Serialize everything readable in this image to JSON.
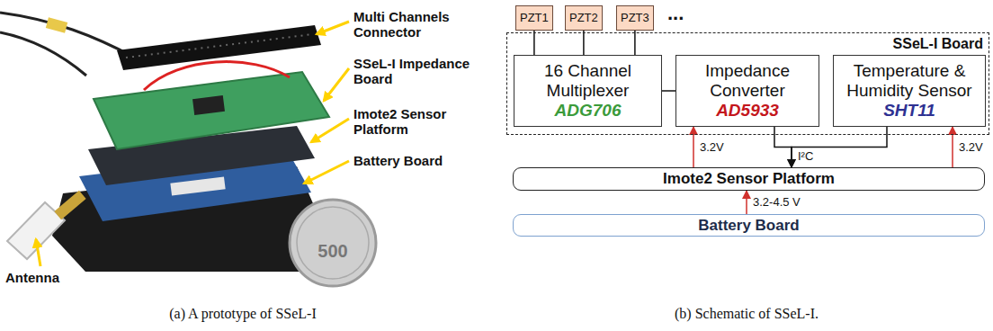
{
  "diagram": {
    "nodes": [
      {
        "text": [
          "PZT1"
        ]
      },
      {
        "text": [
          "PZT2"
        ]
      },
      {
        "text": [
          "PZT3"
        ]
      },
      {
        "text": [
          "SSeL-I Board"
        ]
      },
      {
        "text": [
          "16 Channel Multiplexer",
          "ADG706"
        ],
        "in": 3
      },
      {
        "text": [
          "Impedance Converter",
          "AD5933"
        ],
        "in": 3
      },
      {
        "text": [
          "Temperature & Humidity Sensor",
          "SHT11"
        ],
        "in": 3
      },
      {
        "text": [
          "Imote2 Sensor Platform"
        ]
      },
      {
        "text": [
          "Battery Board"
        ]
      }
    ],
    "edges": [
      {
        "from": 0,
        "to": 4,
        "arrow": "none"
      },
      {
        "from": 1,
        "to": 4,
        "arrow": "none"
      },
      {
        "from": 2,
        "to": 4,
        "arrow": "none"
      },
      {
        "from": 4,
        "to": 5,
        "arrow": "none"
      },
      {
        "from": 5,
        "to": 7,
        "label": "I²C",
        "arrow": "to"
      },
      {
        "from": 6,
        "to": 7,
        "arrow": "to"
      },
      {
        "from": 7,
        "to": 5,
        "label": "3.2V",
        "arrow": "to"
      },
      {
        "from": 7,
        "to": 6,
        "label": "3.2V",
        "arrow": "to"
      },
      {
        "from": 8,
        "to": 7,
        "label": "3.2-4.5 V",
        "arrow": "to"
      }
    ],
    "labels": [
      "Multi Channels Connector",
      "SSeL-I Impedance Board",
      "Imote2 Sensor Platform",
      "Battery Board",
      "Antenna",
      "500",
      "(a) A prototype of SSeL-I",
      "(b) Schematic of SSeL-I.",
      "..."
    ]
  }
}
